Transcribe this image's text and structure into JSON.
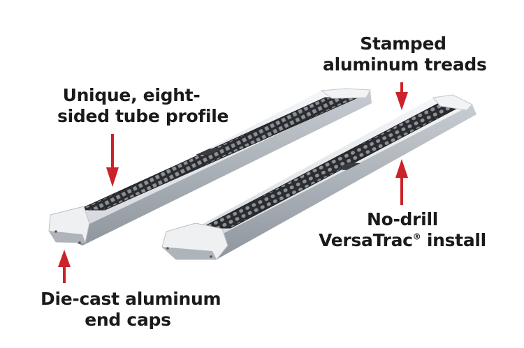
{
  "callouts": {
    "tube_profile": {
      "line1": "Unique, eight-",
      "line2": "sided tube profile"
    },
    "treads": {
      "line1": "Stamped",
      "line2": "aluminum treads"
    },
    "install": {
      "line1": "No-drill",
      "line2_prefix": "VersaTrac",
      "line2_mark": "®",
      "line2_suffix": " install"
    },
    "end_caps": {
      "line1": "Die-cast aluminum",
      "line2": "end caps"
    }
  },
  "colors": {
    "arrow": "#cc2229",
    "text": "#1a1a1a",
    "aluminum_light": "#e9ecef",
    "aluminum_mid": "#c9ced4",
    "aluminum_dark": "#9aa1a8",
    "tread": "#2c2d30"
  }
}
